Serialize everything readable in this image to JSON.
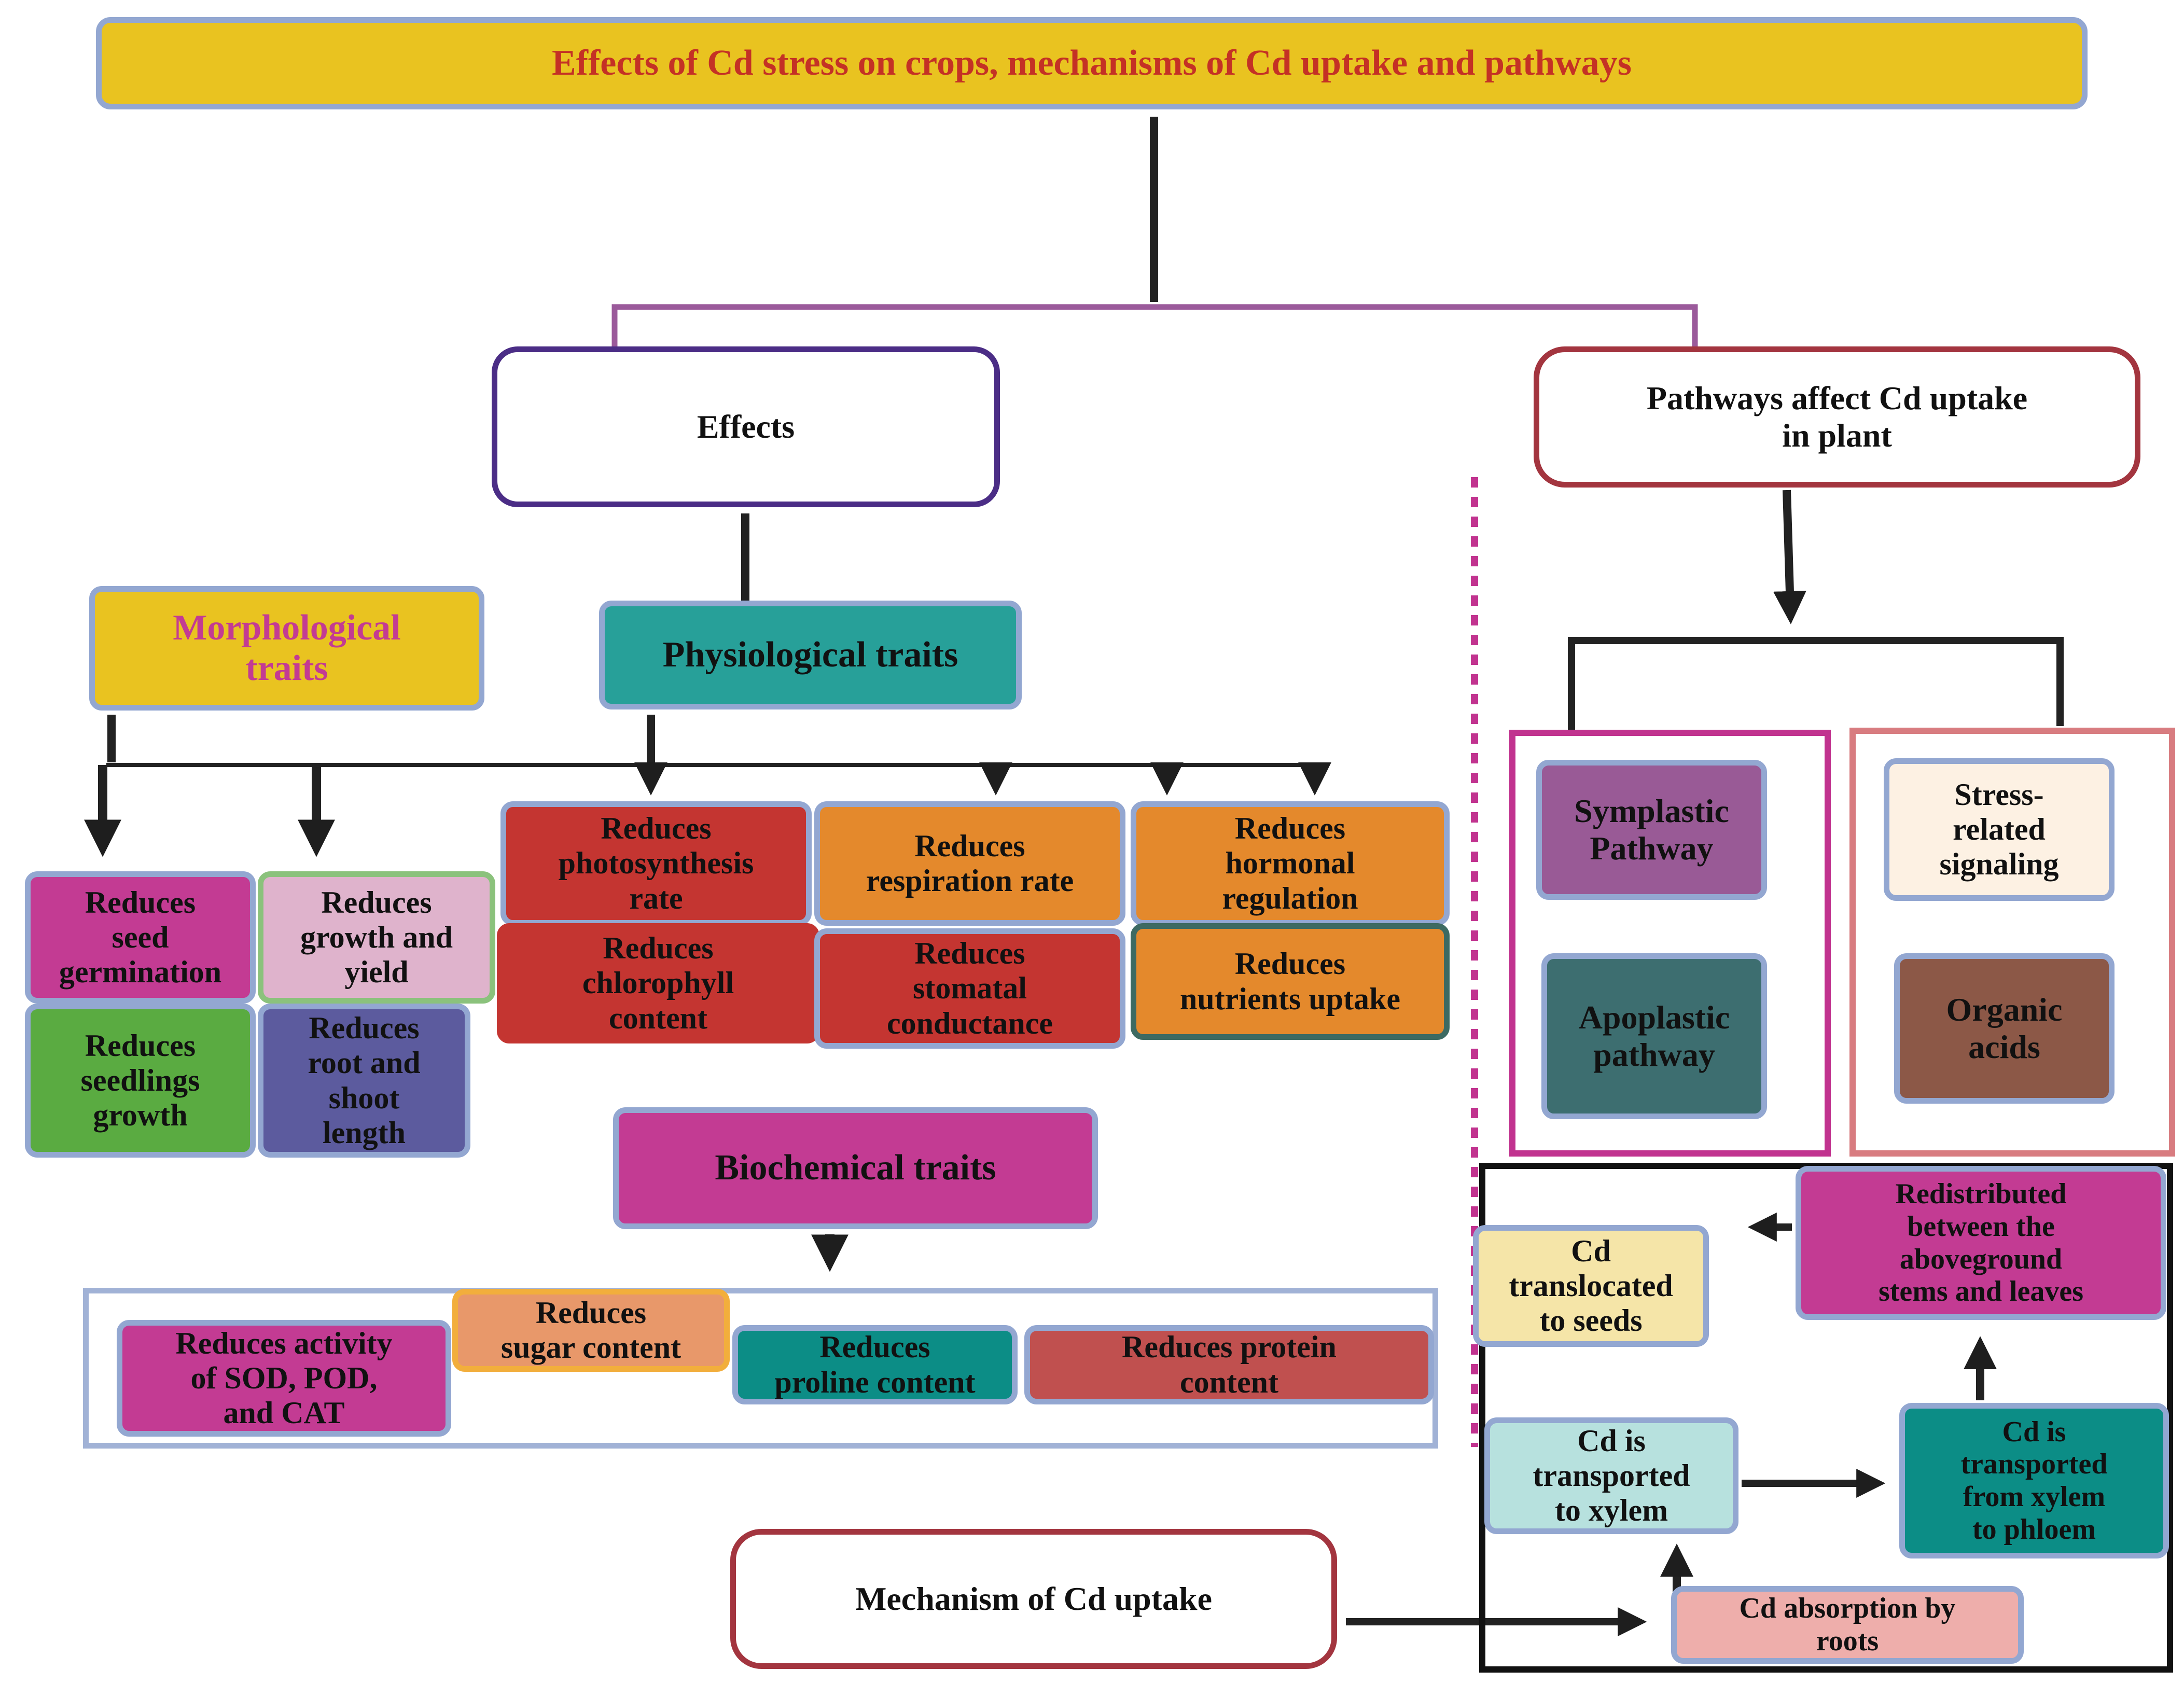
{
  "title": "Effects of Cd stress on crops, mechanisms of Cd uptake and pathways",
  "effects": "Effects",
  "pathways_heading": "Pathways affect Cd uptake\nin plant",
  "morphological": {
    "heading": "Morphological\ntraits",
    "seed_germination": "Reduces\nseed\ngermination",
    "growth_yield": "Reduces\ngrowth and\nyield",
    "seedlings_growth": "Reduces\nseedlings\ngrowth",
    "root_shoot": "Reduces\nroot and\nshoot\nlength"
  },
  "physiological": {
    "heading": "Physiological traits",
    "photosynthesis": "Reduces\nphotosynthesis\nrate",
    "respiration": "Reduces\nrespiration rate",
    "hormonal": "Reduces\nhormonal\nregulation",
    "chlorophyll": "Reduces\nchlorophyll\ncontent",
    "stomatal": "Reduces\nstomatal\nconductance",
    "nutrients": "Reduces\nnutrients uptake"
  },
  "biochemical": {
    "heading": "Biochemical traits",
    "antioxidant": "Reduces activity\nof SOD, POD,\nand CAT",
    "sugar": "Reduces\nsugar content",
    "proline": "Reduces\nproline content",
    "protein": "Reduces protein\ncontent"
  },
  "pathways": {
    "symplastic": "Symplastic\nPathway",
    "apoplastic": "Apoplastic\npathway",
    "stress_signaling": "Stress-\nrelated\nsignaling",
    "organic_acids": "Organic\nacids"
  },
  "mechanism": {
    "heading": "Mechanism of Cd uptake",
    "absorption": "Cd absorption by\nroots",
    "to_xylem": "Cd is\ntransported\nto xylem",
    "xylem_to_phloem": "Cd is\ntransported\nfrom xylem\nto phloem",
    "redistributed": "Redistributed\nbetween the\naboveground\nstems and leaves",
    "to_seeds": "Cd\ntranslocated\nto seeds"
  },
  "colors": {
    "title_fill": "#e9c320",
    "title_text": "#c43125",
    "box_border": "#93a7d1",
    "magenta": "#c33b93",
    "pink_light": "#dfb3cc",
    "green": "#5aab41",
    "indigo": "#5c5b9e",
    "teal": "#27a099",
    "red": "#c43531",
    "orange": "#e4892c",
    "salmon": "#e8986a",
    "teal_dark": "#0c8d86",
    "rose": "#c0504f",
    "purple": "#995a96",
    "slate_teal": "#3d6e70",
    "cream": "#fdf1e3",
    "brown": "#8c5847",
    "light_yellow": "#f5e5a8",
    "light_cyan": "#b7e1de",
    "light_pink": "#eeaeab"
  }
}
